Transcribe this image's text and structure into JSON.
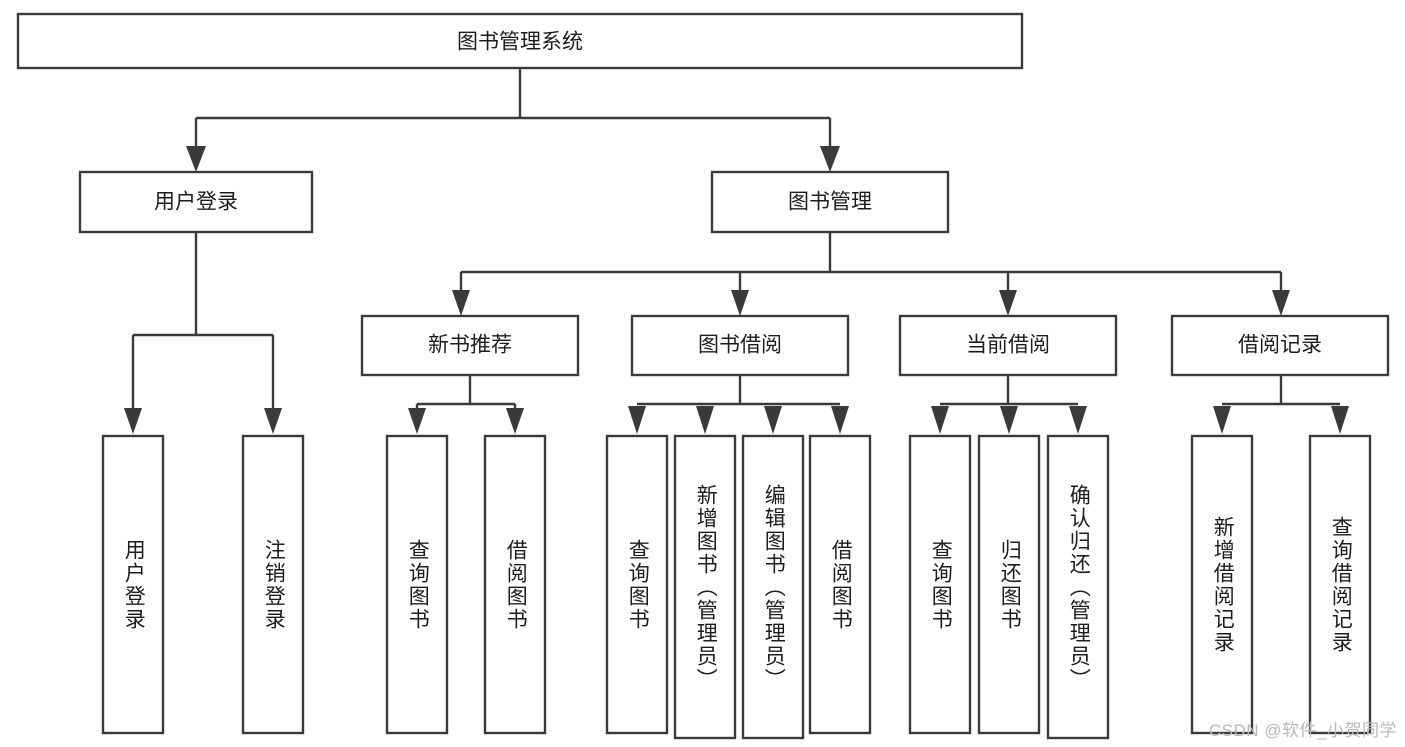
{
  "diagram": {
    "title": "图书管理系统",
    "type": "hierarchy-tree",
    "watermark": "CSDN @软件_小贺同学",
    "colors": {
      "stroke": "#3a3a3a",
      "fill": "#ffffff",
      "text": "#1d1d1d",
      "watermark": "#b9b9b9"
    },
    "root": {
      "label": "图书管理系统",
      "orientation": "horizontal"
    },
    "level2": [
      {
        "label": "用户登录",
        "orientation": "horizontal"
      },
      {
        "label": "图书管理",
        "orientation": "horizontal"
      }
    ],
    "level3": [
      {
        "label": "新书推荐",
        "orientation": "horizontal"
      },
      {
        "label": "图书借阅",
        "orientation": "horizontal"
      },
      {
        "label": "当前借阅",
        "orientation": "horizontal"
      },
      {
        "label": "借阅记录",
        "orientation": "horizontal"
      }
    ],
    "leaves": {
      "user_login": [
        {
          "label": "用户登录",
          "orientation": "vertical"
        },
        {
          "label": "注销登录",
          "orientation": "vertical"
        }
      ],
      "new_book_recommend": [
        {
          "label": "查询图书",
          "orientation": "vertical"
        },
        {
          "label": "借阅图书",
          "orientation": "vertical"
        }
      ],
      "book_borrow": [
        {
          "label": "查询图书",
          "orientation": "vertical"
        },
        {
          "label": "新增图书（管理员）",
          "orientation": "vertical"
        },
        {
          "label": "编辑图书（管理员）",
          "orientation": "vertical"
        },
        {
          "label": "借阅图书",
          "orientation": "vertical"
        }
      ],
      "current_borrow": [
        {
          "label": "查询图书",
          "orientation": "vertical"
        },
        {
          "label": "归还图书",
          "orientation": "vertical"
        },
        {
          "label": "确认归还（管理员）",
          "orientation": "vertical"
        }
      ],
      "borrow_record": [
        {
          "label": "新增借阅记录",
          "orientation": "vertical"
        },
        {
          "label": "查询借阅记录",
          "orientation": "vertical"
        }
      ]
    }
  }
}
